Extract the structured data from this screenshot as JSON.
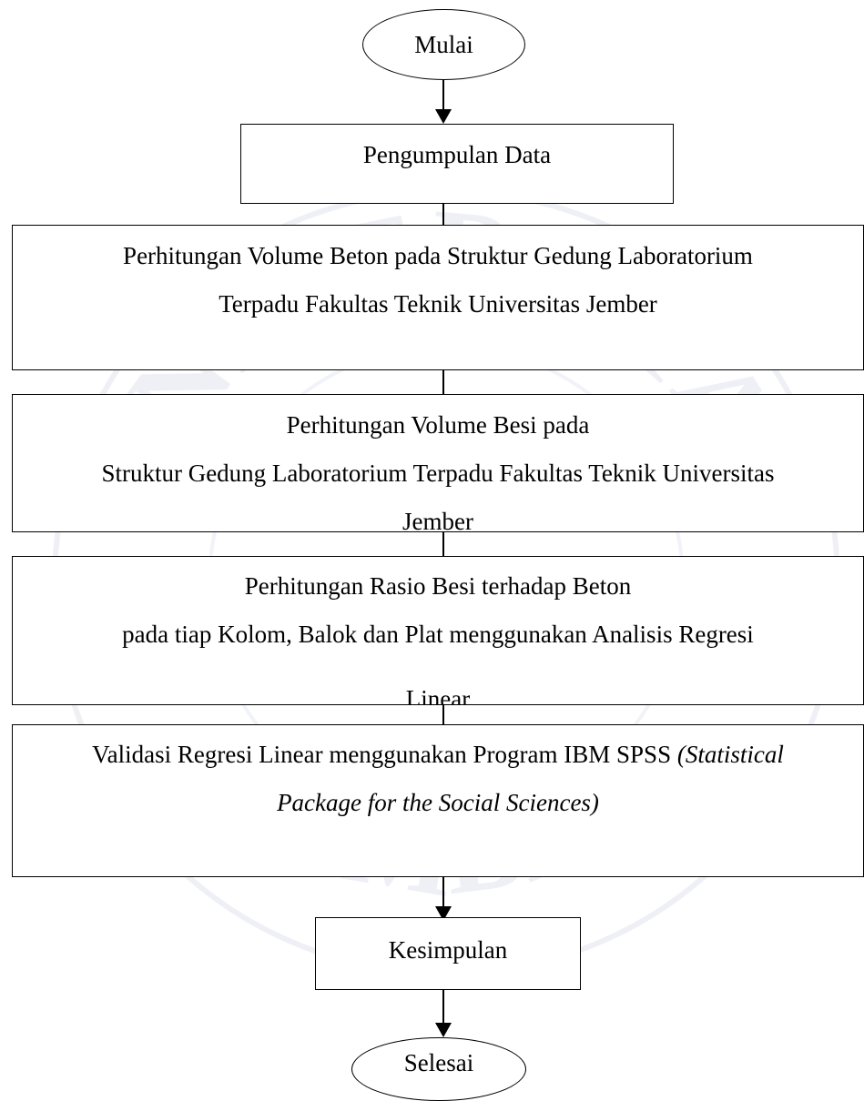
{
  "start": "Mulai",
  "end": "Selesai",
  "steps": [
    {
      "lines": [
        "Pengumpulan Data"
      ]
    },
    {
      "lines": [
        "Perhitungan Volume Beton pada Struktur Gedung Laboratorium",
        "Terpadu Fakultas Teknik Universitas Jember"
      ]
    },
    {
      "lines": [
        "Perhitungan Volume Besi pada",
        "Struktur Gedung Laboratorium Terpadu Fakultas Teknik Universitas",
        "Jember"
      ]
    },
    {
      "lines": [
        "Perhitungan Rasio Besi terhadap Beton",
        "pada tiap Kolom, Balok dan Plat  menggunakan Analisis Regresi",
        "Linear"
      ]
    },
    {
      "lines": [
        "Validasi Regresi Linear menggunakan Program IBM SPSS",
        "Package for the Social Sciences)"
      ],
      "italic_suffix": "(Statistical"
    },
    {
      "lines": [
        "Kesimpulan"
      ]
    }
  ],
  "watermark": "UNIVERSITAS JEMBER"
}
